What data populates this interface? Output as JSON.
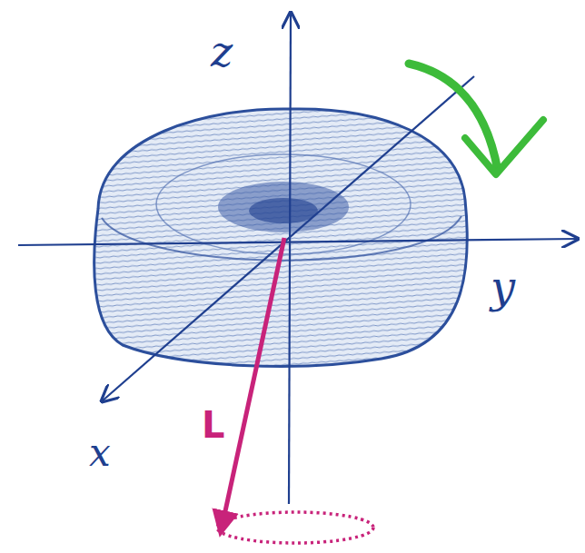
{
  "diagram": {
    "labels": [
      "z",
      "y",
      "x",
      "L"
    ]
  }
}
